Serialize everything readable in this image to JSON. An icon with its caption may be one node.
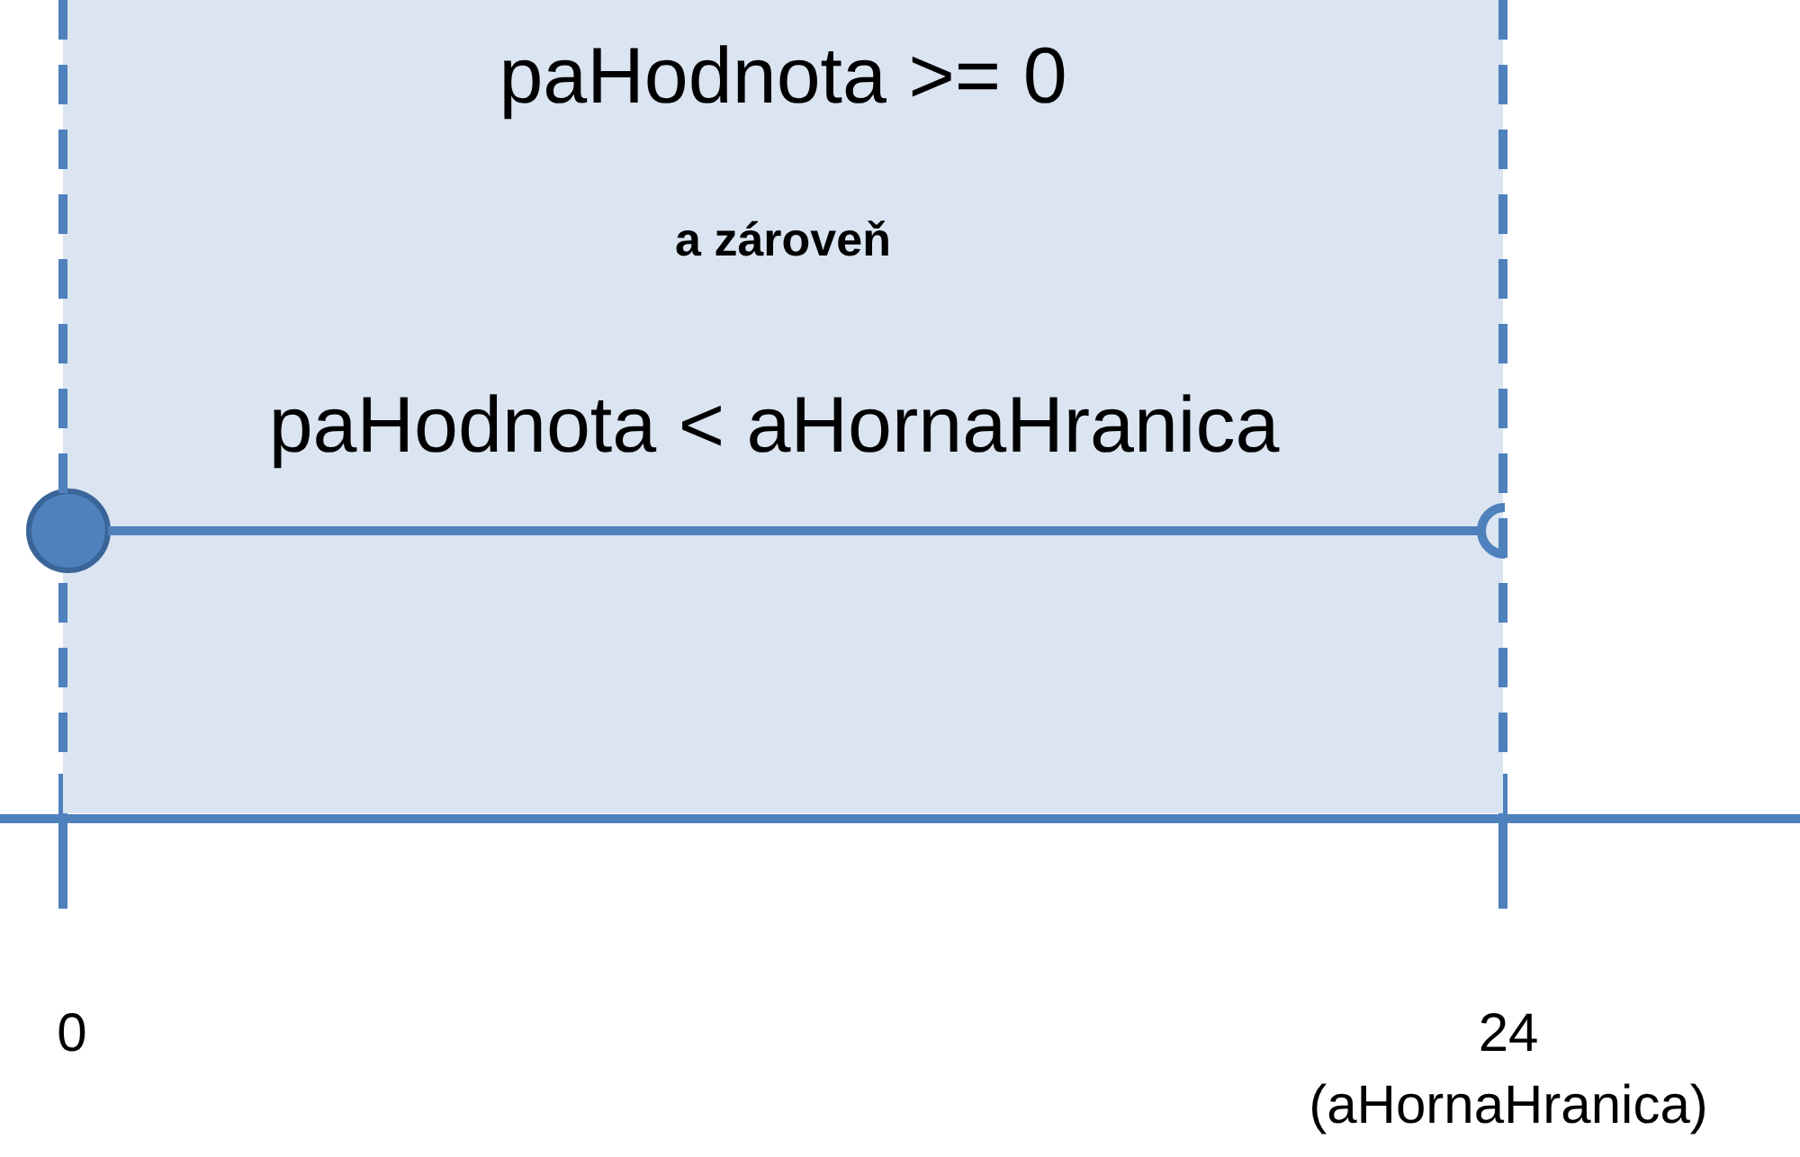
{
  "diagram": {
    "nodes": [
      {
        "text": [
          "paHodnota >= 0",
          "a zároveň",
          "paHodnota < aHornaHranica"
        ]
      },
      {
        "text": [],
        "shape": "circle",
        "in": 0
      },
      {
        "text": [],
        "shape": "circle",
        "in": 0
      }
    ],
    "edges": [
      {
        "from": 1,
        "to": 2,
        "arrow": "none"
      }
    ],
    "labels": [
      "0",
      "24",
      "(aHornaHranica)"
    ]
  }
}
